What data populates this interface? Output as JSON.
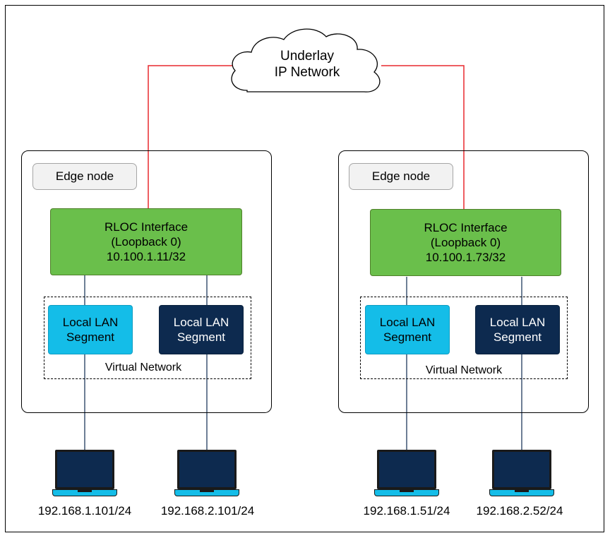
{
  "cloud": {
    "line1": "Underlay",
    "line2": "IP Network"
  },
  "sites": [
    {
      "edge_label": "Edge node",
      "rloc": {
        "line1": "RLOC Interface",
        "line2": "(Loopback 0)",
        "line3": "10.100.1.11/32"
      },
      "segments": [
        {
          "line1": "Local LAN",
          "line2": "Segment"
        },
        {
          "line1": "Local LAN",
          "line2": "Segment"
        }
      ],
      "virtual_network": "Virtual Network",
      "hosts": [
        "192.168.1.101/24",
        "192.168.2.101/24"
      ]
    },
    {
      "edge_label": "Edge node",
      "rloc": {
        "line1": "RLOC Interface",
        "line2": "(Loopback 0)",
        "line3": "10.100.1.73/32"
      },
      "segments": [
        {
          "line1": "Local LAN",
          "line2": "Segment"
        },
        {
          "line1": "Local LAN",
          "line2": "Segment"
        }
      ],
      "virtual_network": "Virtual Network",
      "hosts": [
        "192.168.1.51/24",
        "192.168.2.52/24"
      ]
    }
  ],
  "colors": {
    "underlay_link": "#e8292e",
    "rloc_fill": "#6abf4b",
    "segment_light": "#14bde8",
    "segment_dark": "#0d2a4f",
    "host_link": "#0d2a4f"
  }
}
